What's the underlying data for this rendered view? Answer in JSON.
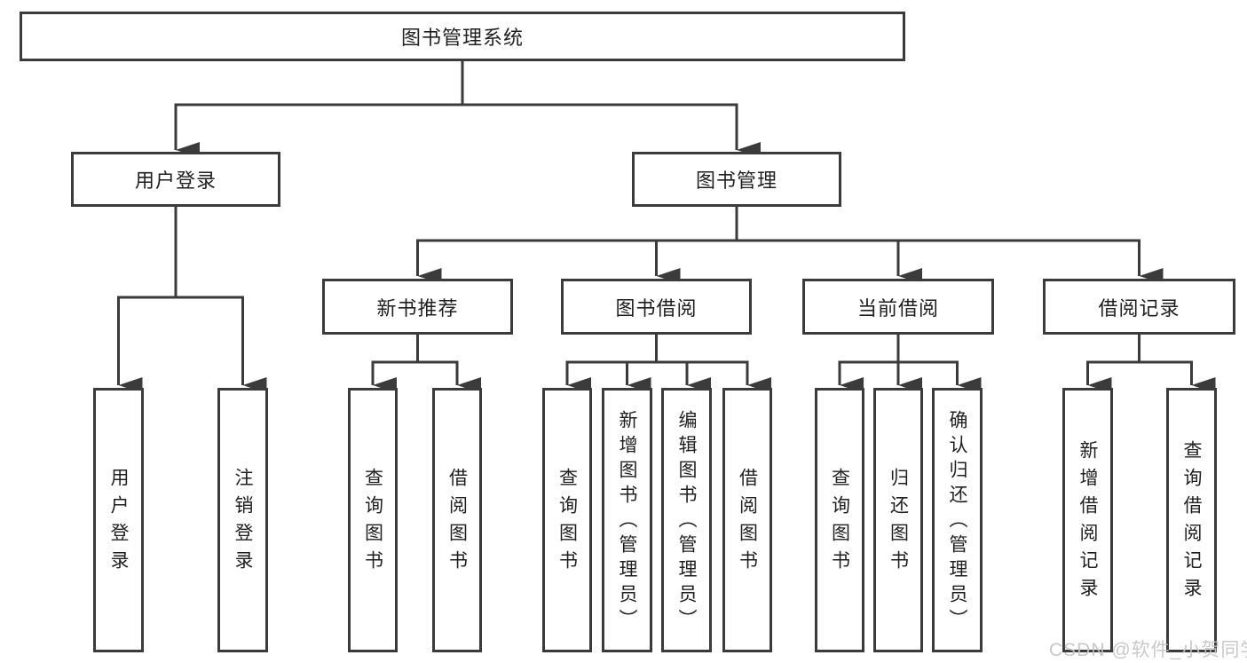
{
  "colors": {
    "line": "#3b3b3b",
    "text": "#1f1f1f",
    "watermark": "#c4c4c4"
  },
  "tree": {
    "root": "图书管理系统",
    "user": {
      "label": "用户登录",
      "children": [
        "用户登录",
        "注销登录"
      ]
    },
    "book": {
      "label": "图书管理",
      "sections": [
        {
          "label": "新书推荐",
          "children": [
            "查询图书",
            "借阅图书"
          ]
        },
        {
          "label": "图书借阅",
          "children": [
            "查询图书",
            "新增图书（管理员）",
            "编辑图书（管理员）",
            "借阅图书"
          ]
        },
        {
          "label": "当前借阅",
          "children": [
            "查询图书",
            "归还图书",
            "确认归还（管理员）"
          ]
        },
        {
          "label": "借阅记录",
          "children": [
            "新增借阅记录",
            "查询借阅记录"
          ]
        }
      ]
    }
  },
  "watermark": {
    "text": "CSDN @软件_小贺同学"
  }
}
